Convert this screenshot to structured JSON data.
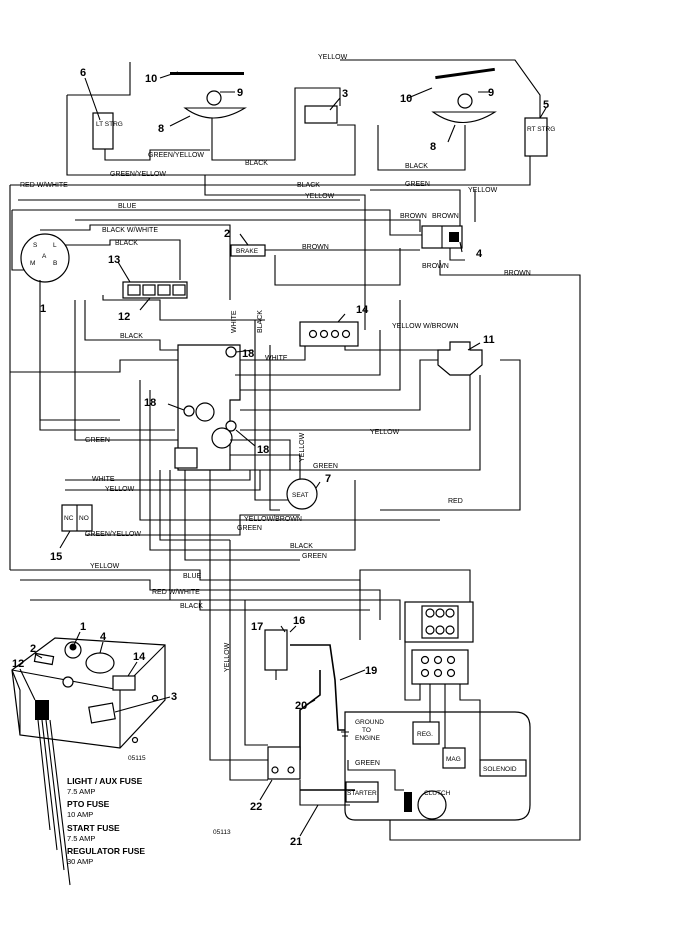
{
  "wire_labels": {
    "yellow_top": "YELLOW",
    "green_yellow_1": "GREEN/YELLOW",
    "black_1": "BLACK",
    "black_2": "BLACK",
    "green_yellow_2": "GREEN/YELLOW",
    "red_white_1": "RED W/WHITE",
    "black_3": "BLACK",
    "green_1": "GREEN",
    "yellow_1": "YELLOW",
    "yellow_2": "YELLOW",
    "blue_1": "BLUE",
    "brown_1": "BROWN",
    "brown_2": "BROWN",
    "black_white": "BLACK W/WHITE",
    "black_4": "BLACK",
    "brown_3": "BROWN",
    "brown_4": "BROWN",
    "brown_5": "BROWN",
    "white_1": "WHITE",
    "black_5": "BLACK",
    "black_6": "BLACK",
    "yellow_brown_1": "YELLOW W/BROWN",
    "white_2": "WHITE",
    "yellow_3": "YELLOW",
    "green_2": "GREEN",
    "green_3": "GREEN",
    "yellow_4": "YELLOW",
    "white_3": "WHITE",
    "yellow_5": "YELLOW",
    "red_1": "RED",
    "yellow_brown_2": "YELLOW/BROWN",
    "green_4": "GREEN",
    "green_yellow_3": "GREEN/YELLOW",
    "black_7": "BLACK",
    "green_5": "GREEN",
    "yellow_6": "YELLOW",
    "blue_2": "BLUE",
    "red_white_2": "RED W/WHITE",
    "black_8": "BLACK",
    "yellow_7": "YELLOW",
    "green_6": "GREEN"
  },
  "component_labels": {
    "lt_strg": "LT STRG",
    "rt_strg": "RT STRG",
    "brake": "BRAKE",
    "seat": "SEAT",
    "nc": "NC",
    "no": "NO",
    "ground_to_engine": "GROUND TO ENGINE",
    "reg": "REG.",
    "mag": "MAG",
    "solenoid": "SOLENOID",
    "starter": "STARTER",
    "clutch": "CLUTCH",
    "switch_b": "B",
    "switch_l": "L",
    "switch_m": "M",
    "switch_s": "S",
    "switch_a": "A",
    "panel_code": "05115",
    "diagram_code": "05113"
  },
  "callouts": {
    "n1": "1",
    "n2": "2",
    "n3": "3",
    "n4": "4",
    "n5": "5",
    "n6": "6",
    "n7": "7",
    "n8": "8",
    "n9": "9",
    "n10": "10",
    "n11": "11",
    "n12": "12",
    "n13": "13",
    "n14": "14",
    "n15": "15",
    "n16": "16",
    "n17": "17",
    "n18": "18",
    "n19": "19",
    "n20": "20",
    "n21": "21",
    "n22": "22"
  },
  "fuses": [
    {
      "name": "LIGHT / AUX FUSE",
      "rating": "7.5 AMP"
    },
    {
      "name": "PTO FUSE",
      "rating": "10 AMP"
    },
    {
      "name": "START FUSE",
      "rating": "7.5 AMP"
    },
    {
      "name": "REGULATOR FUSE",
      "rating": "30 AMP"
    }
  ]
}
